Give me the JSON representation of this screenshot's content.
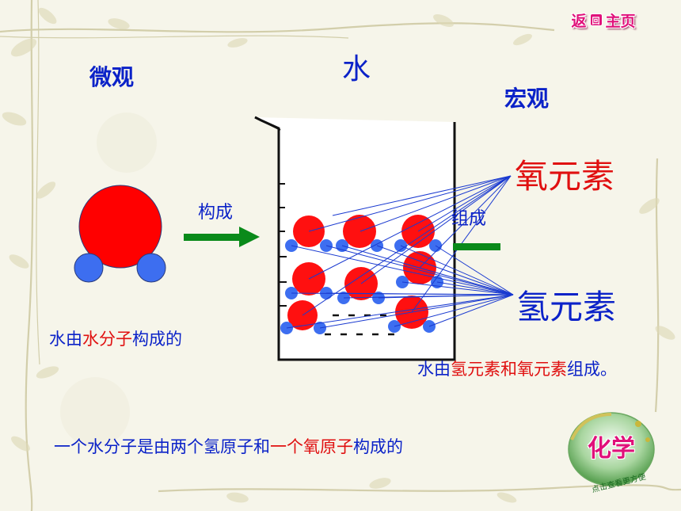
{
  "home_button": {
    "part1": "返",
    "mark": "回",
    "part2": "主页"
  },
  "title": "水",
  "labels": {
    "micro": "微观",
    "macro": "宏观",
    "composes": "构成",
    "forms": "组成"
  },
  "elements": {
    "oxygen": "氧元素",
    "hydrogen": "氢元素"
  },
  "statements": {
    "molecule": {
      "part1": "水由",
      "highlight": "水分子",
      "part2": "构成的"
    },
    "element": {
      "part1": "水由",
      "highlight": "氢元素和氧元素",
      "part2": "组成。"
    },
    "atoms": {
      "part1": "一个水分子是由两个氢原子和",
      "highlight": "一个氧原子",
      "part2": "构成的"
    }
  },
  "badge": {
    "title": "化学",
    "caption": "点击查看更方便"
  },
  "colors": {
    "text_blue": "#0b22c8",
    "text_red": "#e01010",
    "oxygen_atom": "#ff0000",
    "hydrogen_atom": "#3d6ef0",
    "arrow_green": "#0a8a1a",
    "link_line": "#1a3ad0",
    "badge_pink": "#e0117a"
  },
  "icons": {
    "arrow": "right-arrow-icon",
    "beaker": "beaker-icon",
    "molecule": "water-molecule-icon"
  }
}
